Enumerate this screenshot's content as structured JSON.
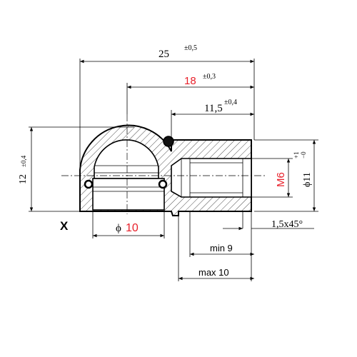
{
  "dimensions": {
    "overall": {
      "value": "25",
      "tol": "±0,5"
    },
    "mid": {
      "value": "18",
      "tol": "±0,3"
    },
    "short": {
      "value": "11,5",
      "tol": "±0,4"
    },
    "height": {
      "value": "12",
      "tol": "±0,4"
    },
    "bore_prefix": "ϕ",
    "bore": "10",
    "thread": "M6",
    "outer_prefix": "ϕ11",
    "outer_tol_upper": "+1",
    "outer_tol_lower": "−0",
    "chamfer": "1,5x45°",
    "min_depth": "min 9",
    "max_depth": "max 10"
  },
  "view_label": "X",
  "colors": {
    "accent": "#e8202a",
    "line": "#000000"
  }
}
